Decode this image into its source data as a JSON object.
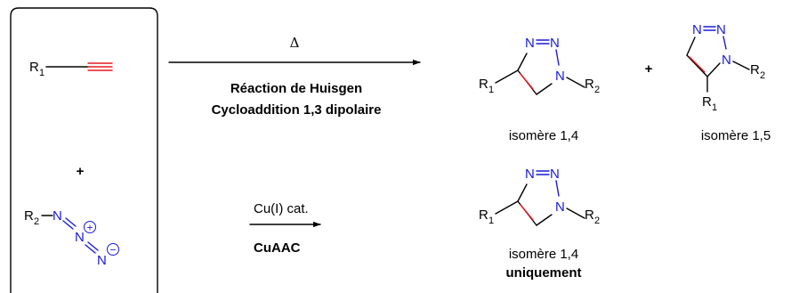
{
  "colors": {
    "carbon": "#000000",
    "alkyne": "#e8191f",
    "nitrogen": "#1a1ad9"
  },
  "reactants": {
    "alkyne": {
      "r_label": "R",
      "r_sub": "1"
    },
    "plus": "+",
    "azide": {
      "r_label": "R",
      "r_sub": "2",
      "n": "N",
      "plus_charge": "+",
      "minus_charge": "−"
    }
  },
  "reaction_thermal": {
    "condition": "Δ",
    "name_line1": "Réaction de Huisgen",
    "name_line2": "Cycloaddition 1,3 dipolaire"
  },
  "reaction_catalyzed": {
    "condition": "Cu(I) cat.",
    "name": "CuAAC"
  },
  "products": {
    "plus": "+",
    "iso14": {
      "label": "isomère 1,4"
    },
    "iso15": {
      "label": "isomère 1,5"
    },
    "iso14_only": {
      "label_line1": "isomère 1,4",
      "label_line2": "uniquement"
    },
    "atoms": {
      "n": "N",
      "r": "R",
      "r1_sub": "1",
      "r2_sub": "2"
    }
  }
}
